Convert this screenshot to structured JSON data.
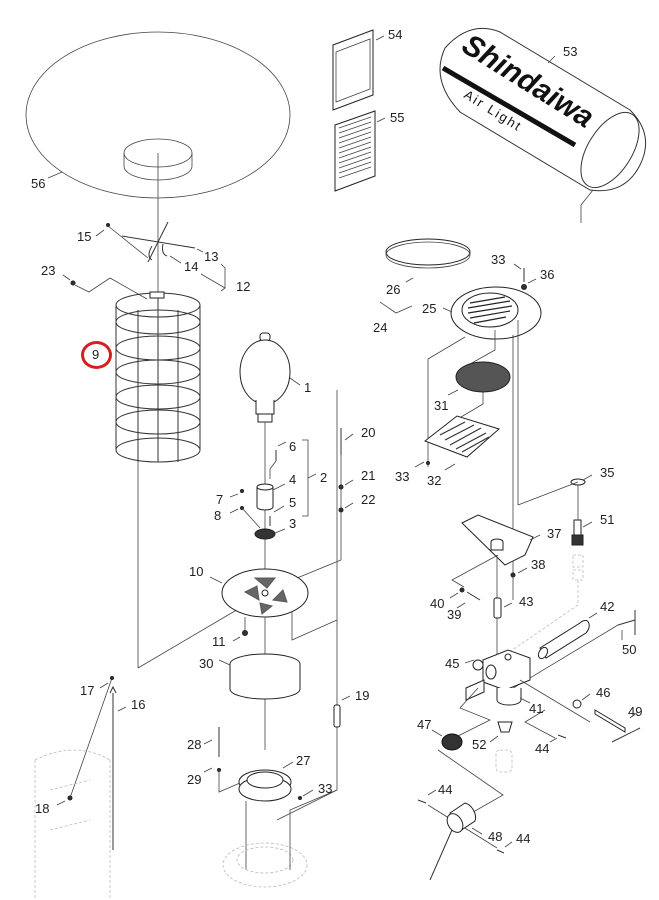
{
  "diagram": {
    "title": "Shindaiwa Air Light exploded parts diagram",
    "highlight_color": "#d62020",
    "highlighted_part": "9",
    "brand_text": "Shindaiwa",
    "product_text": "Air Light"
  },
  "labels": {
    "p1": "1",
    "p2": "2",
    "p3": "3",
    "p4": "4",
    "p5": "5",
    "p6": "6",
    "p7": "7",
    "p8": "8",
    "p9": "9",
    "p10": "10",
    "p11": "11",
    "p12": "12",
    "p13": "13",
    "p14": "14",
    "p15": "15",
    "p16": "16",
    "p17": "17",
    "p18": "18",
    "p19": "19",
    "p20": "20",
    "p21": "21",
    "p22": "22",
    "p23": "23",
    "p24": "24",
    "p25": "25",
    "p26": "26",
    "p27": "27",
    "p28": "28",
    "p29": "29",
    "p30": "30",
    "p31": "31",
    "p32": "32",
    "p33a": "33",
    "p33b": "33",
    "p33c": "33",
    "p35": "35",
    "p36": "36",
    "p37": "37",
    "p38": "38",
    "p39": "39",
    "p40": "40",
    "p41": "41",
    "p42": "42",
    "p43": "43",
    "p44a": "44",
    "p44b": "44",
    "p44c": "44",
    "p45": "45",
    "p46": "46",
    "p47": "47",
    "p48": "48",
    "p49": "49",
    "p50": "50",
    "p51": "51",
    "p52": "52",
    "p53": "53",
    "p54": "54",
    "p55": "55",
    "p56": "56"
  }
}
